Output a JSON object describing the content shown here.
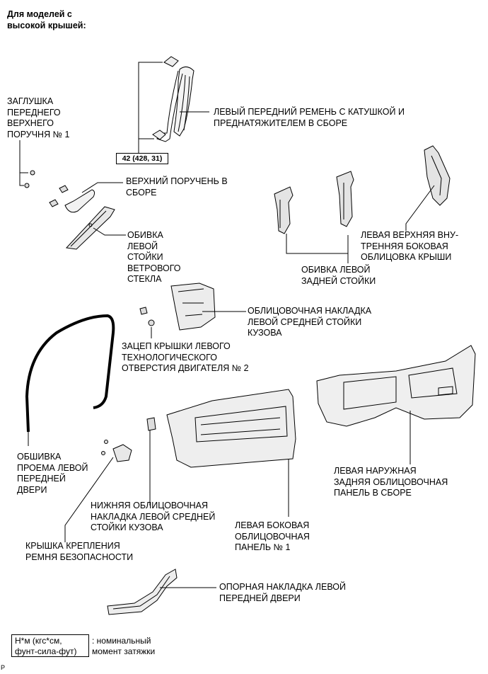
{
  "header": "Для моделей с\nвысокой крышей:",
  "torque_value": "42 (428, 31)",
  "labels": {
    "front_belt": "ЛЕВЫЙ ПЕРЕДНИЙ РЕМЕНЬ С КАТУШКОЙ И\nПРЕДНАТЯЖИТЕЛЕМ В СБОРЕ",
    "assist_grip_plug": "ЗАГЛУШКА\nПЕРЕДНЕГО\nВЕРХНЕГО\nПОРУЧНЯ № 1",
    "assist_grip": "ВЕРХНИЙ ПОРУЧЕНЬ В\nСБОРЕ",
    "windshield_pillar": "ОБИВКА\nЛЕВОЙ\nСТОЙКИ\nВЕТРОВОГО\nСТЕКЛА",
    "roof_side_inner": "ЛЕВАЯ ВЕРХНЯЯ ВНУ-\nТРЕННЯЯ БОКОВАЯ\nОБЛИЦОВКА КРЫШИ",
    "rear_pillar": "ОБИВКА ЛЕВОЙ\nЗАДНЕЙ СТОЙКИ",
    "center_pillar_upper": "ОБЛИЦОВОЧНАЯ НАКЛАДКА\nЛЕВОЙ СРЕДНЕЙ СТОЙКИ\nКУЗОВА",
    "engine_hole_cover": "ЗАЦЕП КРЫШКИ ЛЕВОГО\nТЕХНОЛОГИЧЕСКОГО\nОТВЕРСТИЯ ДВИГАТЕЛЯ № 2",
    "door_weatherstrip": "ОБШИВКА\nПРОЕМА ЛЕВОЙ\nПЕРЕДНЕЙ\nДВЕРИ",
    "quarter_panel": "ЛЕВАЯ НАРУЖНАЯ\nЗАДНЯЯ ОБЛИЦОВОЧНАЯ\nПАНЕЛЬ В СБОРЕ",
    "center_pillar_lower": "НИЖНЯЯ ОБЛИЦОВОЧНАЯ\nНАКЛАДКА ЛЕВОЙ СРЕДНЕЙ\nСТОЙКИ КУЗОВА",
    "side_panel": "ЛЕВАЯ БОКОВАЯ\nОБЛИЦОВОЧНАЯ\nПАНЕЛЬ № 1",
    "belt_anchor_cover": "КРЫШКА КРЕПЛЕНИЯ\nРЕМНЯ БЕЗОПАСНОСТИ",
    "scuff_plate": "ОПОРНАЯ НАКЛАДКА ЛЕВОЙ\nПЕРЕДНЕЙ ДВЕРИ"
  },
  "legend": {
    "box": "Н*м (кгс*см,\nфунт-сила-фут)",
    "text": ": номинальный\nмомент затяжки"
  },
  "corner_mark": "P"
}
